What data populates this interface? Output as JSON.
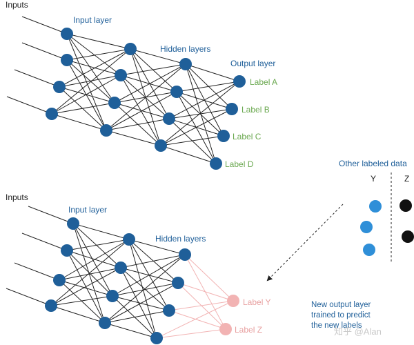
{
  "top_network": {
    "inputs_label": "Inputs",
    "input_layer_label": "Input layer",
    "hidden_layers_label": "Hidden layers",
    "output_layer_label": "Output layer",
    "outputs": [
      "Label A",
      "Label B",
      "Label C",
      "Label D"
    ]
  },
  "bottom_network": {
    "inputs_label": "Inputs",
    "input_layer_label": "Input layer",
    "hidden_layers_label": "Hidden layers",
    "outputs": [
      "Label Y",
      "Label Z"
    ],
    "note_lines": [
      "New output layer",
      "trained to predict",
      "the new labels"
    ]
  },
  "other_data": {
    "title": "Other labeled data",
    "col_y": "Y",
    "col_z": "Z"
  },
  "watermark": "知乎 @Alan",
  "colors": {
    "node_blue": "#1f5f99",
    "node_light_blue": "#2f8fd8",
    "new_output_pink": "#f2b3b3",
    "label_green": "#6aa84f",
    "edge_dark": "#222222",
    "dot_black": "#111111"
  }
}
